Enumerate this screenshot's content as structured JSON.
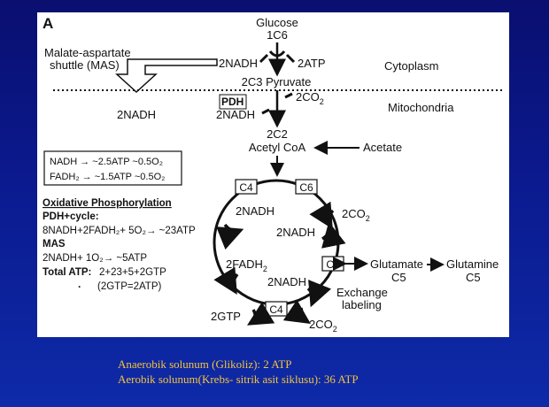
{
  "figure": {
    "panel_letter": "A",
    "glucose": "Glucose",
    "glucose_c": "1C6",
    "mas_line1": "Malate-aspartate",
    "mas_line2": "shuttle (MAS)",
    "nadh_top": "2NADH",
    "atp_top": "2ATP",
    "cytoplasm": "Cytoplasm",
    "pyruvate": "2C3 Pyruvate",
    "pdh": "PDH",
    "co2_pdh": "2CO",
    "co2_sub": "2",
    "nadh_mito_left": "2NADH",
    "nadh_pdh": "2NADH",
    "mitochondria": "Mitochondria",
    "acetyl_c": "2C2",
    "acetyl": "Acetyl CoA",
    "acetate": "Acetate",
    "box_line1": "NADH → ~2.5ATP ~0.5O₂",
    "box_line2": "FADH₂ → ~1.5ATP ~0.5O₂",
    "oxphos_title": "Oxidative Phosphorylation",
    "pdh_cycle": "PDH+cycle:",
    "pdh_cycle_eq": "8NADH+2FADH₂+ 5O₂→ ~23ATP",
    "mas_label": "MAS",
    "mas_eq": "2NADH+ 1O₂→ ~5ATP",
    "total_atp": "Total ATP:",
    "total_eq": "2+23+5+2GTP",
    "bullet": "·",
    "gtp_note": "(2GTP=2ATP)",
    "c4_top": "C4",
    "c6": "C6",
    "c5": "C5",
    "c4_bottom": "C4",
    "cycle_nadh_1": "2NADH",
    "cycle_co2_1": "2CO",
    "cycle_co2_1_sub": "2",
    "cycle_nadh_2": "2NADH",
    "cycle_fadh": "2FADH",
    "cycle_fadh_sub": "2",
    "cycle_nadh_3": "2NADH",
    "gtp": "2GTP",
    "cycle_co2_2": "2CO",
    "cycle_co2_2_sub": "2",
    "glutamate": "Glutamate",
    "glutamate_c": "C5",
    "glutamine": "Glutamine",
    "glutamine_c": "C5",
    "exchange": "Exchange",
    "labeling": "labeling"
  },
  "caption": {
    "line1": "Anaerobik solunum (Glikoliz): 2 ATP",
    "line2": "Aerobik solunum(Krebs- sitrik asit siklusu): 36 ATP"
  },
  "colors": {
    "background": "#0b1a8f",
    "caption": "#f3c53a",
    "figure_bg": "#ffffff"
  }
}
